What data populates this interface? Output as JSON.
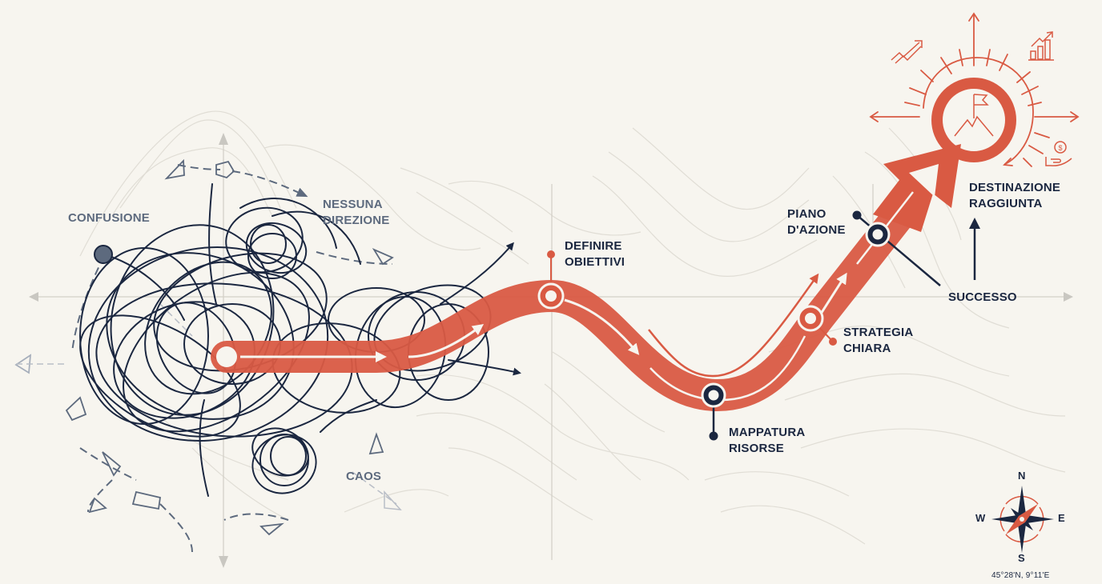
{
  "diagram": {
    "type": "journey-from-chaos-to-success",
    "colors": {
      "background": "#f7f5ef",
      "path": "#d95a43",
      "navy": "#1b2740",
      "grey_text": "#5d6a7e",
      "contour": "#dcd8cf"
    },
    "chaos_labels": {
      "confusion": "CONFUSIONE",
      "no_direction_line1": "NESSUNA",
      "no_direction_line2": "DIREZIONE",
      "chaos": "CAOS"
    },
    "milestones": [
      {
        "id": "define-goals",
        "line1": "DEFINIRE",
        "line2": "OBIETTIVI",
        "marker": "orange"
      },
      {
        "id": "resource-mapping",
        "line1": "MAPPATURA",
        "line2": "RISORSE",
        "marker": "navy"
      },
      {
        "id": "clear-strategy",
        "line1": "STRATEGIA",
        "line2": "CHIARA",
        "marker": "orange"
      },
      {
        "id": "action-plan",
        "line1": "PIANO",
        "line2": "D'AZIONE",
        "marker": "navy"
      }
    ],
    "success": "SUCCESSO",
    "destination": {
      "line1": "DESTINAZIONE",
      "line2": "RAGGIUNTA"
    },
    "compass": {
      "north": "N",
      "south": "S",
      "east": "E",
      "west": "W",
      "coordinates": "45°28'N, 9°11'E"
    },
    "icons": [
      "flag-on-mountain-icon",
      "trend-arrow-icon",
      "bar-chart-icon",
      "money-hand-icon",
      "compass-rose-icon"
    ]
  }
}
